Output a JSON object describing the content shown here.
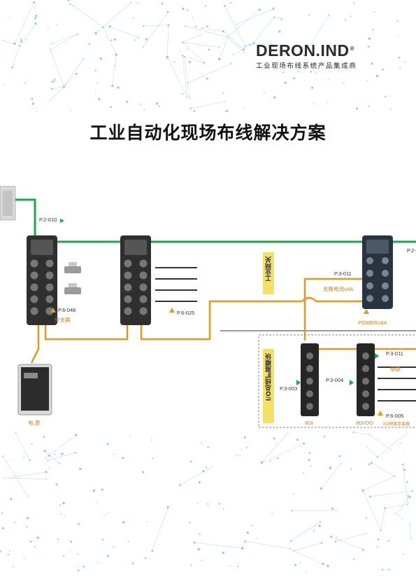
{
  "brand": {
    "name": "DERON.IND",
    "reg_mark": "®",
    "tagline": "工业现场布线系统产品集成商"
  },
  "title": "工业自动化现场布线解决方案",
  "diagram": {
    "refs": {
      "top_cable": "P.2-010",
      "splitter": "P.6-048",
      "cable_set": "P.6-025",
      "gateway_feed": "P.3-011",
      "gateway_top": "P.2-",
      "io_module_1": "P.3-003",
      "io_module_2": "P.3-004",
      "io_module_3": "P.3-011",
      "io_connector": "P.6-005"
    },
    "labels": {
      "splitter": "分支器",
      "power_supply": "电 源",
      "gateway_box": "工业网关",
      "branch_current": "支路电流≤4A",
      "power_rating": "POWER≤8A",
      "bus_box": "I/O总线扩展模块",
      "module_1": "8DI",
      "module_2": "8DI/DO",
      "cascade": "级联",
      "io_connector": "I/O预铸连接器"
    },
    "colors": {
      "network": "#1aa84a",
      "power": "#e8961e",
      "accent_box": "#f5e066"
    }
  }
}
